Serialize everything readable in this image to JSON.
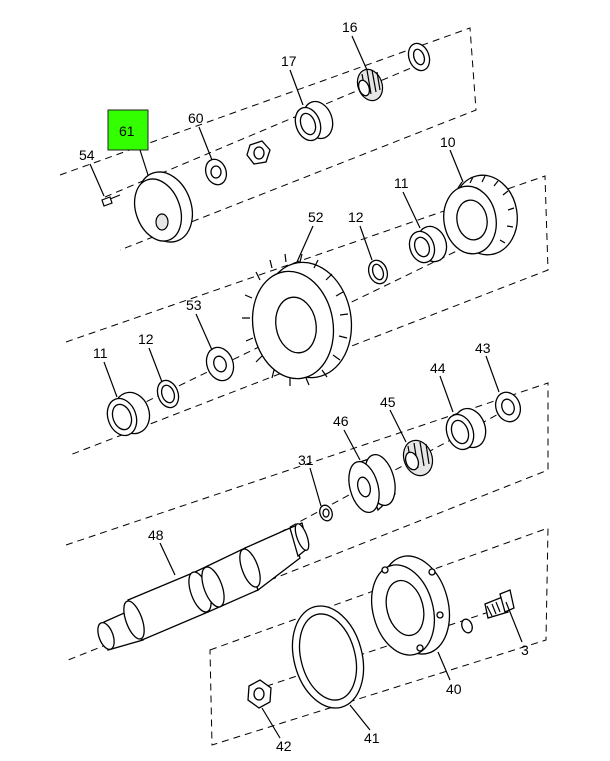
{
  "callouts": {
    "c16": "16",
    "c17": "17",
    "c60": "60",
    "c61": "61",
    "c54": "54",
    "c10": "10",
    "c11a": "11",
    "c12a": "12",
    "c52": "52",
    "c53": "53",
    "c12b": "12",
    "c11b": "11",
    "c43": "43",
    "c44": "44",
    "c45": "45",
    "c46": "46",
    "c31": "31",
    "c48": "48",
    "c3": "3",
    "c40": "40",
    "c41": "41",
    "c42": "42"
  },
  "highlight": {
    "part": "61",
    "color": "#33ff00"
  }
}
